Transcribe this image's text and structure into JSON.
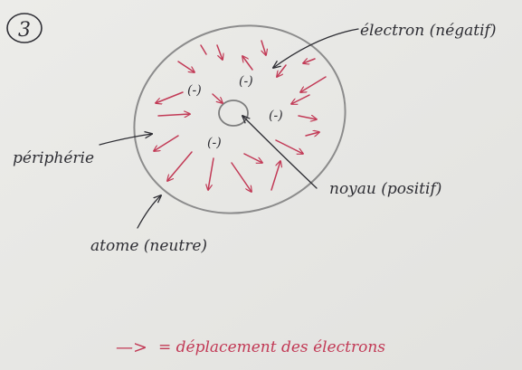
{
  "figure": {
    "number": "3",
    "labels": {
      "electron": "électron (négatif)",
      "noyau": "noyau (positif)",
      "peripherie": "périphérie",
      "atome": "atome (neutre)"
    },
    "legend": {
      "arrow_symbol": "—>",
      "text": "= déplacement des électrons"
    },
    "electron_symbol": "(-)",
    "colors": {
      "paper": "#e9e9e6",
      "pencil": "#8c8c8c",
      "ink": "#2e2e34",
      "red": "#c23a56"
    }
  }
}
